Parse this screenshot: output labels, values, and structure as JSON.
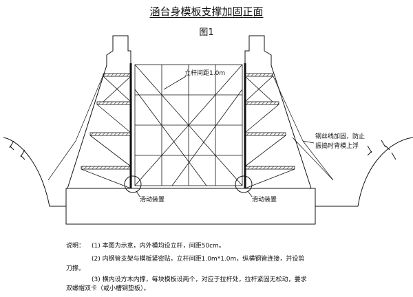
{
  "title": "涵台身模板支撑加固正面",
  "subtitle": "图1",
  "labels": {
    "spacing": "立杆间距1.0m",
    "wire": "钢丝线加固，防止",
    "wire_line2": "振捣时背模上浮",
    "anti_slip_left": "滑动装置",
    "anti_slip_right": "滑动装置"
  },
  "notes": {
    "label": "说明：",
    "n1": "(1) 本图为示意，内外模均设立杆，间距50cm。",
    "n2": "(2) 内钢管支架与模板紧密贴，立杆间距1.0m*1.0m，纵横钢管连接，并设剪",
    "n2b": "刀撑。",
    "n3": "(3) 横内设方木内撑，每块模板设两个，对应于拉杆处，拉杆紧固无松动，要求",
    "n3b": "双螺帽双卡（或小槽钢垫板）。"
  },
  "colors": {
    "line": "#111111",
    "hatch": "#4a4a4a"
  }
}
